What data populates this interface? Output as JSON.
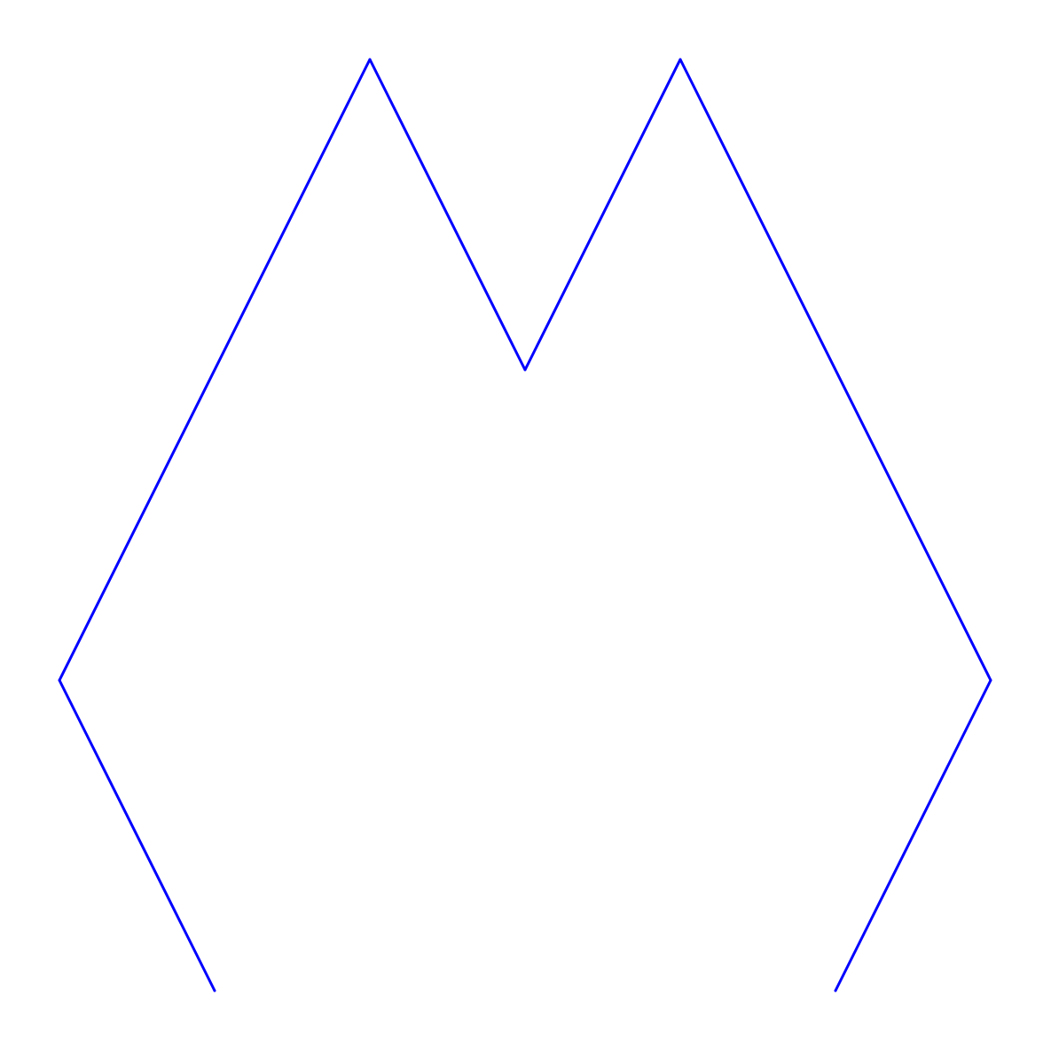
{
  "figure": {
    "stroke_color": "#0000ff",
    "background_color": "#ffffff"
  },
  "chart_data": {
    "type": "line",
    "series": [
      {
        "x": [
          0.5,
          0,
          1,
          1.5,
          2,
          3,
          2.5
        ],
        "y": [
          0,
          1,
          3,
          2,
          3,
          1,
          0
        ]
      }
    ],
    "xlim": [
      0,
      3
    ],
    "ylim": [
      0,
      3
    ],
    "grid": false,
    "axes_visible": false
  }
}
